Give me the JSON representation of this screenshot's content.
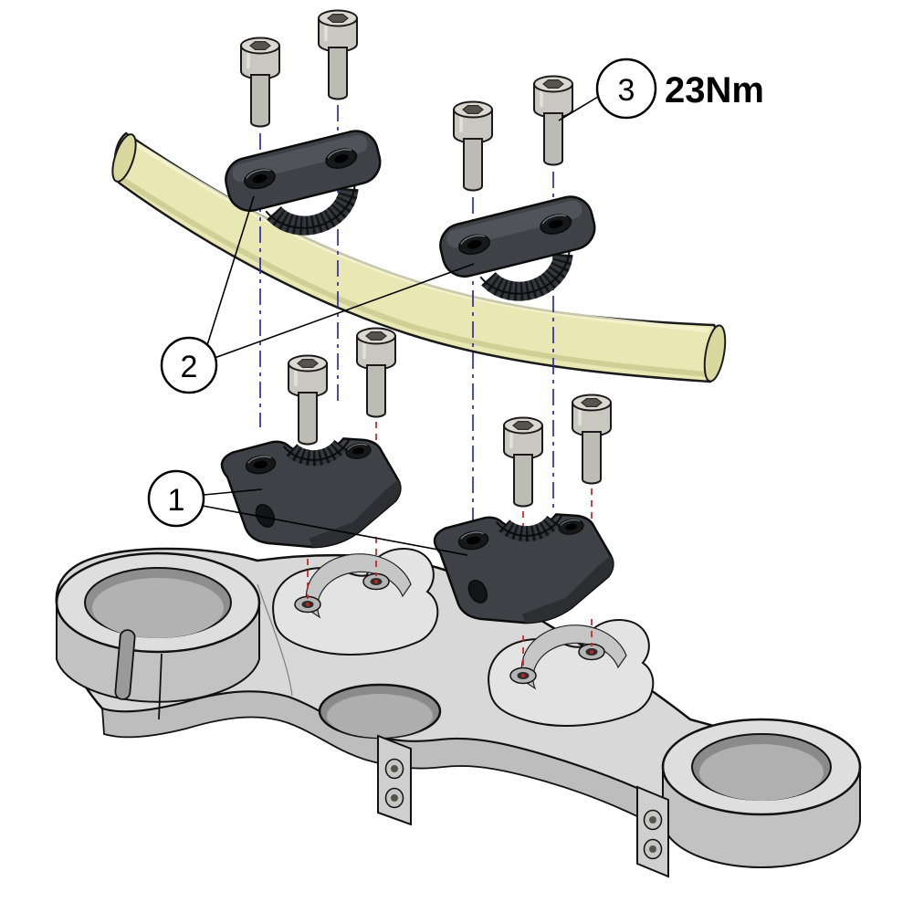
{
  "diagram": {
    "subject": "Handlebar riser mounting kit - exploded assembly view",
    "torque_label": "23Nm",
    "callouts": [
      {
        "number": "1",
        "part": "handlebar-riser-block",
        "quantity": 2
      },
      {
        "number": "2",
        "part": "handlebar-top-clamp",
        "quantity": 2
      },
      {
        "number": "3",
        "part": "socket-head-cap-screw",
        "quantity": 8,
        "note": "tighten to 23Nm"
      }
    ],
    "other_parts": [
      {
        "name": "handlebar"
      },
      {
        "name": "triple-clamp-top-bridge"
      }
    ]
  },
  "colors": {
    "background": "#ffffff",
    "handlebar": "#e9e8b4",
    "dark_parts": "#3e4146",
    "metal_light": "#d9d9d9",
    "screw": "#c9c8c0",
    "centerline_blue": "#2a2aad",
    "centerline_red": "#cc2020",
    "outline": "#111111"
  }
}
